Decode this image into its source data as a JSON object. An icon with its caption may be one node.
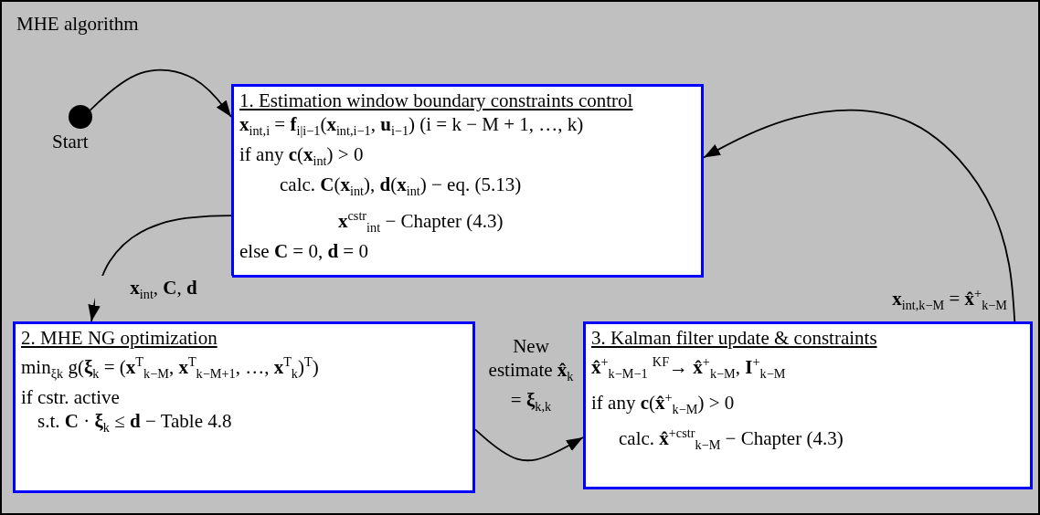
{
  "diagram": {
    "nodes": [
      {
        "text": [
          "MHE algorithm"
        ]
      },
      {
        "text": [],
        "shape": "circle",
        "beside": [
          "Start"
        ],
        "in": 0
      },
      {
        "text": [
          "1. Estimation window boundary constraints control",
          "**x**$_{int,i}$ = **f**$_{i|i−1}$(**x**$_{int,i−1}$, **u**$_{i−1}$) (i = k − M + 1, …, k)",
          "if any **c**(**x**$_{int}$) > 0",
          "calc. **C**(**x**$_{int}$), **d**(**x**$_{int}$) − eq. (5.13)",
          "**x**$^{cstr}$$_{int}$ − Chapter (4.3)",
          "else **C** = 0, **d** = 0"
        ],
        "in": 0
      },
      {
        "text": [
          "2. MHE NG optimization",
          "min$_{ξk}$ g(**ξ**$_{k}$ = (**x**$^{T}$$_{k−M}$, **x**$^{T}$$_{k−M+1}$, …, **x**$^{T}$$_{k}$)$^{T}$)",
          "if cstr. active",
          "s.t. **C** · **ξ**$_{k}$ ≤ **d** − Table 4.8"
        ],
        "in": 0
      },
      {
        "text": [
          "3. Kalman filter update & constraints",
          "**x̂**$^{+}$$_{k−M−1}$ $^{KF}$→ **x̂**$^{+}$$_{k−M}$, **I**$^{+}$$_{k−M}$",
          "if any **c**(**x̂**$^{+}$$_{k−M}$) > 0",
          "calc. **x̂**$^{+cstr}$$_{k−M}$ − Chapter (4.3)"
        ],
        "in": 0
      }
    ],
    "edges": [
      {
        "from": 1,
        "to": 2,
        "arrow": "to"
      },
      {
        "from": 2,
        "to": 3,
        "arrow": "to",
        "label": "**x**$_{int}$, **C**, **d**"
      },
      {
        "from": 3,
        "to": 4,
        "arrow": "to",
        "label": "New estimate **x̂**$_{k}$ = **ξ**$_{k,k}$"
      },
      {
        "from": 4,
        "to": 2,
        "arrow": "to",
        "label": "**x**$_{int,k−M}$ = **x̂**$^{+}$$_{k−M}$"
      }
    ]
  }
}
